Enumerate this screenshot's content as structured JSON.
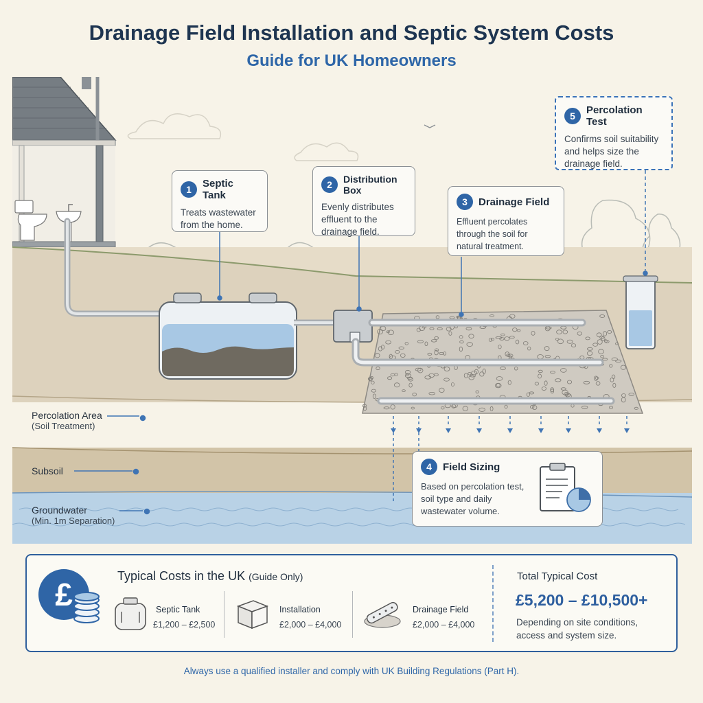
{
  "header": {
    "title": "Drainage Field Installation and Septic System Costs",
    "subtitle": "Guide for UK Homeowners"
  },
  "callouts": [
    {
      "number": "1",
      "title": "Septic Tank",
      "text": "Treats wastewater from the home."
    },
    {
      "number": "2",
      "title": "Distribution Box",
      "text": "Evenly distributes effluent to the drainage field."
    },
    {
      "number": "3",
      "title": "Drainage Field",
      "text": "Effluent percolates through the soil for natural treatment."
    },
    {
      "number": "4",
      "title": "Field Sizing",
      "text": "Based on percolation test, soil type and daily wastewater volume."
    },
    {
      "number": "5",
      "title": "Percolation Test",
      "text": "Confirms soil suitability and helps size the drainage field."
    }
  ],
  "layers": {
    "percolation": {
      "label": "Percolation Area",
      "sub": "(Soil Treatment)"
    },
    "subsoil": {
      "label": "Subsoil"
    },
    "groundwater": {
      "label": "Groundwater",
      "sub": "(Min. 1m Separation)"
    }
  },
  "costs": {
    "heading": "Typical Costs in the UK",
    "heading_note": "(Guide Only)",
    "currency_symbol": "£",
    "items": [
      {
        "name": "Septic Tank",
        "price": "£1,200 – £2,500"
      },
      {
        "name": "Installation",
        "price": "£2,000 – £4,000"
      },
      {
        "name": "Drainage Field",
        "price": "£2,000 – £4,000"
      }
    ],
    "total_label": "Total Typical Cost",
    "total_value": "£5,200 – £10,500+",
    "total_note": "Depending on site conditions, access and system size."
  },
  "footer": {
    "note": "Always use a qualified installer and comply with UK Building Regulations (Part H)."
  },
  "colors": {
    "accent": "#2f65a6",
    "navy": "#1e3551",
    "soil": "#ddd2bd",
    "groundwater": "#b9d2e6",
    "water": "#a8c8e4"
  },
  "icons": [
    "pound-icon",
    "coins-icon",
    "tank-icon",
    "box-icon",
    "pipe-icon",
    "clipboard-icon",
    "house-icon",
    "toilet-icon",
    "sink-icon"
  ]
}
